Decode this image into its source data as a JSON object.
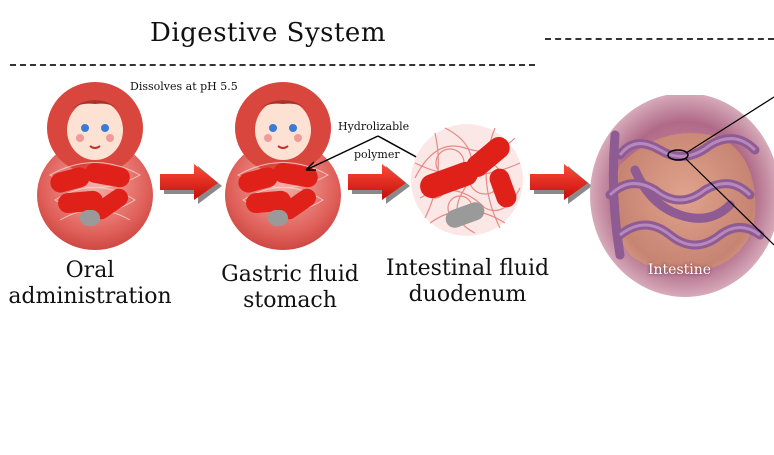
{
  "title": "Digestive System",
  "annotations": {
    "dissolves": "Dissolves at pH 5.5",
    "hydrolizable_line1": "Hydrolizable",
    "hydrolizable_line2": "polymer"
  },
  "stages": [
    {
      "line1": "Oral",
      "line2": "administration"
    },
    {
      "line1": "Gastric fluid",
      "line2": "stomach"
    },
    {
      "line1": "Intestinal fluid",
      "line2": "duodenum"
    }
  ],
  "intestine_label": "Intestine",
  "colors": {
    "doll_red": "#d9463e",
    "doll_light": "#f0a7a0",
    "capsule_red": "#e0211a",
    "arrow_red": "#e31b12",
    "arrow_shadow": "#8a8a8a",
    "intestine": "#b07cb0"
  }
}
